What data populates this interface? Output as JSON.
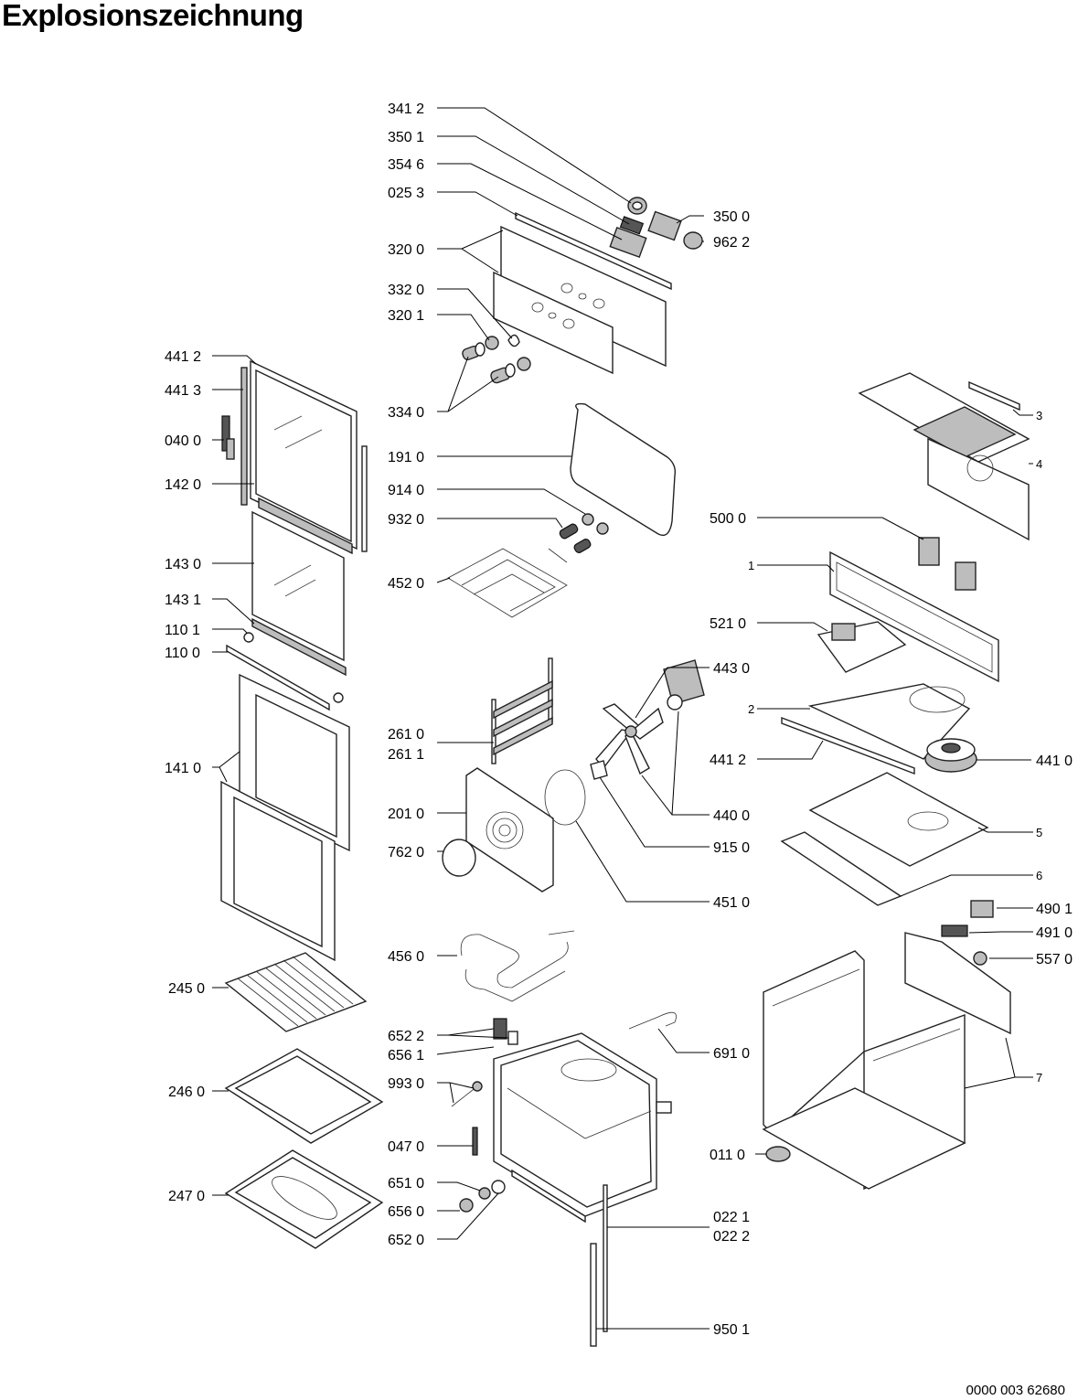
{
  "title": "Explosionszeichnung",
  "document_code": "0000 003 62680",
  "labels": [
    {
      "id": "l01",
      "text": "341 2"
    },
    {
      "id": "l02",
      "text": "350 1"
    },
    {
      "id": "l03",
      "text": "354 6"
    },
    {
      "id": "l04",
      "text": "025 3"
    },
    {
      "id": "l05",
      "text": "320 0"
    },
    {
      "id": "l06",
      "text": "332 0"
    },
    {
      "id": "l07",
      "text": "320 1"
    },
    {
      "id": "l08",
      "text": "334 0"
    },
    {
      "id": "l09",
      "text": "350 0"
    },
    {
      "id": "l10",
      "text": "962 2"
    },
    {
      "id": "l11",
      "text": "441 2"
    },
    {
      "id": "l12",
      "text": "441 3"
    },
    {
      "id": "l13",
      "text": "040 0"
    },
    {
      "id": "l14",
      "text": "142 0"
    },
    {
      "id": "l15",
      "text": "143 0"
    },
    {
      "id": "l16",
      "text": "143 1"
    },
    {
      "id": "l17",
      "text": "110 1"
    },
    {
      "id": "l18",
      "text": "110 0"
    },
    {
      "id": "l19",
      "text": "141 0"
    },
    {
      "id": "l20",
      "text": "191 0"
    },
    {
      "id": "l21",
      "text": "914 0"
    },
    {
      "id": "l22",
      "text": "932 0"
    },
    {
      "id": "l23",
      "text": "452 0"
    },
    {
      "id": "l24",
      "text": "3"
    },
    {
      "id": "l25",
      "text": "4"
    },
    {
      "id": "l26",
      "text": "500 0"
    },
    {
      "id": "l27",
      "text": "1"
    },
    {
      "id": "l28",
      "text": "521 0"
    },
    {
      "id": "l29",
      "text": "443 0"
    },
    {
      "id": "l30",
      "text": "2"
    },
    {
      "id": "l31",
      "text": "441 2"
    },
    {
      "id": "l32",
      "text": "441 0"
    },
    {
      "id": "l33",
      "text": "261 0"
    },
    {
      "id": "l34",
      "text": "261 1"
    },
    {
      "id": "l35",
      "text": "201 0"
    },
    {
      "id": "l36",
      "text": "762 0"
    },
    {
      "id": "l37",
      "text": "440 0"
    },
    {
      "id": "l38",
      "text": "915 0"
    },
    {
      "id": "l39",
      "text": "451 0"
    },
    {
      "id": "l40",
      "text": "5"
    },
    {
      "id": "l41",
      "text": "6"
    },
    {
      "id": "l42",
      "text": "490 1"
    },
    {
      "id": "l43",
      "text": "491 0"
    },
    {
      "id": "l44",
      "text": "557 0"
    },
    {
      "id": "l45",
      "text": "456 0"
    },
    {
      "id": "l46",
      "text": "245 0"
    },
    {
      "id": "l47",
      "text": "652 2"
    },
    {
      "id": "l48",
      "text": "656 1"
    },
    {
      "id": "l49",
      "text": "691 0"
    },
    {
      "id": "l50",
      "text": "7"
    },
    {
      "id": "l51",
      "text": "246 0"
    },
    {
      "id": "l52",
      "text": "993 0"
    },
    {
      "id": "l53",
      "text": "047 0"
    },
    {
      "id": "l54",
      "text": "011 0"
    },
    {
      "id": "l55",
      "text": "651 0"
    },
    {
      "id": "l56",
      "text": "247 0"
    },
    {
      "id": "l57",
      "text": "656 0"
    },
    {
      "id": "l58",
      "text": "652 0"
    },
    {
      "id": "l59",
      "text": "022 1"
    },
    {
      "id": "l60",
      "text": "022 2"
    },
    {
      "id": "l61",
      "text": "950 1"
    }
  ]
}
